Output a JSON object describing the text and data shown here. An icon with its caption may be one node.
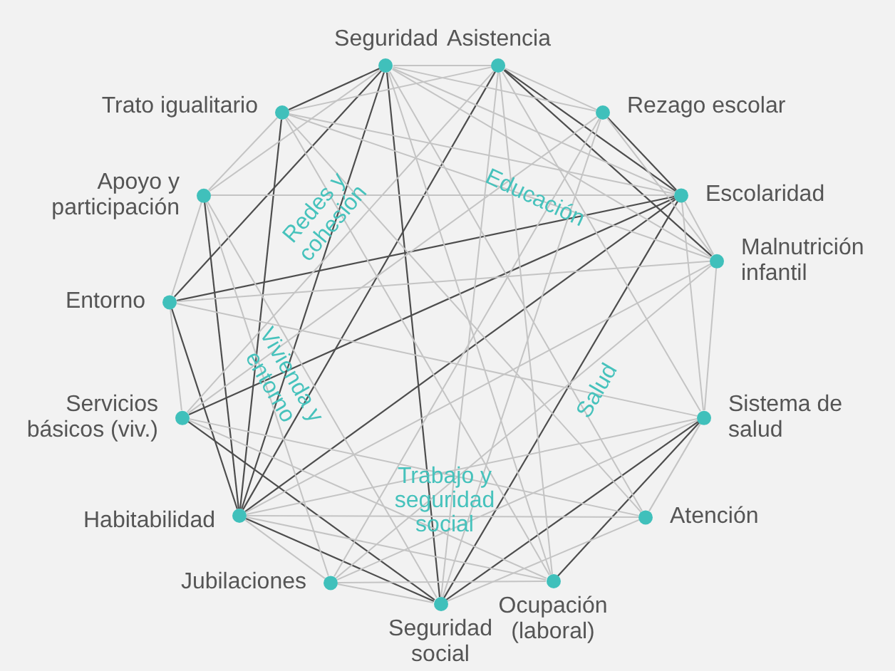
{
  "diagram": {
    "nodes": [
      {
        "text": [
          "Seguridad"
        ]
      },
      {
        "text": [
          "Asistencia"
        ]
      },
      {
        "text": [
          "Rezago escolar"
        ]
      },
      {
        "text": [
          "Escolaridad"
        ]
      },
      {
        "text": [
          "Malnutrición infantil"
        ]
      },
      {
        "text": [
          "Sistema de salud"
        ]
      },
      {
        "text": [
          "Atención"
        ]
      },
      {
        "text": [
          "Ocupación (laboral)"
        ]
      },
      {
        "text": [
          "Seguridad social"
        ]
      },
      {
        "text": [
          "Jubilaciones"
        ]
      },
      {
        "text": [
          "Habitabilidad"
        ]
      },
      {
        "text": [
          "Servicios básicos (viv.)"
        ]
      },
      {
        "text": [
          "Entorno"
        ]
      },
      {
        "text": [
          "Apoyo y participación"
        ]
      },
      {
        "text": [
          "Trato igualitario"
        ]
      }
    ],
    "edges": [
      {
        "from": 0,
        "to": 14,
        "arrow": "none",
        "color": "#4d4d4d"
      },
      {
        "from": 0,
        "to": 12,
        "arrow": "none",
        "color": "#4d4d4d"
      },
      {
        "from": 0,
        "to": 10,
        "arrow": "none",
        "color": "#4d4d4d"
      },
      {
        "from": 0,
        "to": 8,
        "arrow": "none",
        "color": "#4d4d4d"
      },
      {
        "from": 14,
        "to": 10,
        "arrow": "none",
        "color": "#4d4d4d"
      },
      {
        "from": 13,
        "to": 10,
        "arrow": "none",
        "color": "#4d4d4d"
      },
      {
        "from": 12,
        "to": 3,
        "arrow": "none",
        "color": "#4d4d4d"
      },
      {
        "from": 12,
        "to": 10,
        "arrow": "none",
        "color": "#4d4d4d"
      },
      {
        "from": 1,
        "to": 3,
        "arrow": "none",
        "color": "#4d4d4d"
      },
      {
        "from": 1,
        "to": 4,
        "arrow": "none",
        "color": "#4d4d4d"
      },
      {
        "from": 1,
        "to": 10,
        "arrow": "none",
        "color": "#4d4d4d"
      },
      {
        "from": 2,
        "to": 3,
        "arrow": "none",
        "color": "#4d4d4d"
      },
      {
        "from": 3,
        "to": 11,
        "arrow": "none",
        "color": "#4d4d4d"
      },
      {
        "from": 3,
        "to": 10,
        "arrow": "none",
        "color": "#4d4d4d"
      },
      {
        "from": 3,
        "to": 8,
        "arrow": "none",
        "color": "#4d4d4d"
      },
      {
        "from": 5,
        "to": 8,
        "arrow": "none",
        "color": "#4d4d4d"
      },
      {
        "from": 5,
        "to": 7,
        "arrow": "none",
        "color": "#4d4d4d"
      },
      {
        "from": 11,
        "to": 8,
        "arrow": "none",
        "color": "#4d4d4d"
      },
      {
        "from": 10,
        "to": 8,
        "arrow": "none",
        "color": "#4d4d4d"
      },
      {
        "from": 0,
        "to": 1,
        "arrow": "none"
      },
      {
        "from": 0,
        "to": 2,
        "arrow": "none"
      },
      {
        "from": 0,
        "to": 3,
        "arrow": "none"
      },
      {
        "from": 0,
        "to": 13,
        "arrow": "none"
      },
      {
        "from": 0,
        "to": 4,
        "arrow": "none"
      },
      {
        "from": 0,
        "to": 6,
        "arrow": "none"
      },
      {
        "from": 0,
        "to": 7,
        "arrow": "none"
      },
      {
        "from": 1,
        "to": 14,
        "arrow": "none"
      },
      {
        "from": 1,
        "to": 2,
        "arrow": "none"
      },
      {
        "from": 1,
        "to": 5,
        "arrow": "none"
      },
      {
        "from": 1,
        "to": 7,
        "arrow": "none"
      },
      {
        "from": 1,
        "to": 8,
        "arrow": "none"
      },
      {
        "from": 1,
        "to": 11,
        "arrow": "none"
      },
      {
        "from": 14,
        "to": 13,
        "arrow": "none"
      },
      {
        "from": 14,
        "to": 3,
        "arrow": "none"
      },
      {
        "from": 14,
        "to": 4,
        "arrow": "none"
      },
      {
        "from": 14,
        "to": 7,
        "arrow": "none"
      },
      {
        "from": 14,
        "to": 6,
        "arrow": "none"
      },
      {
        "from": 13,
        "to": 12,
        "arrow": "none"
      },
      {
        "from": 13,
        "to": 3,
        "arrow": "none"
      },
      {
        "from": 13,
        "to": 8,
        "arrow": "none"
      },
      {
        "from": 13,
        "to": 9,
        "arrow": "none"
      },
      {
        "from": 12,
        "to": 11,
        "arrow": "none"
      },
      {
        "from": 12,
        "to": 4,
        "arrow": "none"
      },
      {
        "from": 12,
        "to": 5,
        "arrow": "none"
      },
      {
        "from": 2,
        "to": 4,
        "arrow": "none"
      },
      {
        "from": 2,
        "to": 8,
        "arrow": "none"
      },
      {
        "from": 2,
        "to": 9,
        "arrow": "none"
      },
      {
        "from": 2,
        "to": 11,
        "arrow": "none"
      },
      {
        "from": 3,
        "to": 4,
        "arrow": "none"
      },
      {
        "from": 3,
        "to": 5,
        "arrow": "none"
      },
      {
        "from": 4,
        "to": 5,
        "arrow": "none"
      },
      {
        "from": 4,
        "to": 10,
        "arrow": "none"
      },
      {
        "from": 4,
        "to": 9,
        "arrow": "none"
      },
      {
        "from": 5,
        "to": 6,
        "arrow": "none"
      },
      {
        "from": 5,
        "to": 10,
        "arrow": "none"
      },
      {
        "from": 5,
        "to": 9,
        "arrow": "none"
      },
      {
        "from": 6,
        "to": 10,
        "arrow": "none"
      },
      {
        "from": 6,
        "to": 8,
        "arrow": "none"
      },
      {
        "from": 7,
        "to": 10,
        "arrow": "none"
      },
      {
        "from": 7,
        "to": 11,
        "arrow": "none"
      },
      {
        "from": 8,
        "to": 9,
        "arrow": "none"
      },
      {
        "from": 9,
        "to": 7,
        "arrow": "none"
      },
      {
        "from": 11,
        "to": 6,
        "arrow": "none"
      },
      {
        "from": 10,
        "to": 9,
        "arrow": "none"
      }
    ],
    "labels": [
      "Redes y cohesión",
      "Educación",
      "Vivienda y entorno",
      "Salud",
      "Trabajo y seguridad social"
    ]
  }
}
